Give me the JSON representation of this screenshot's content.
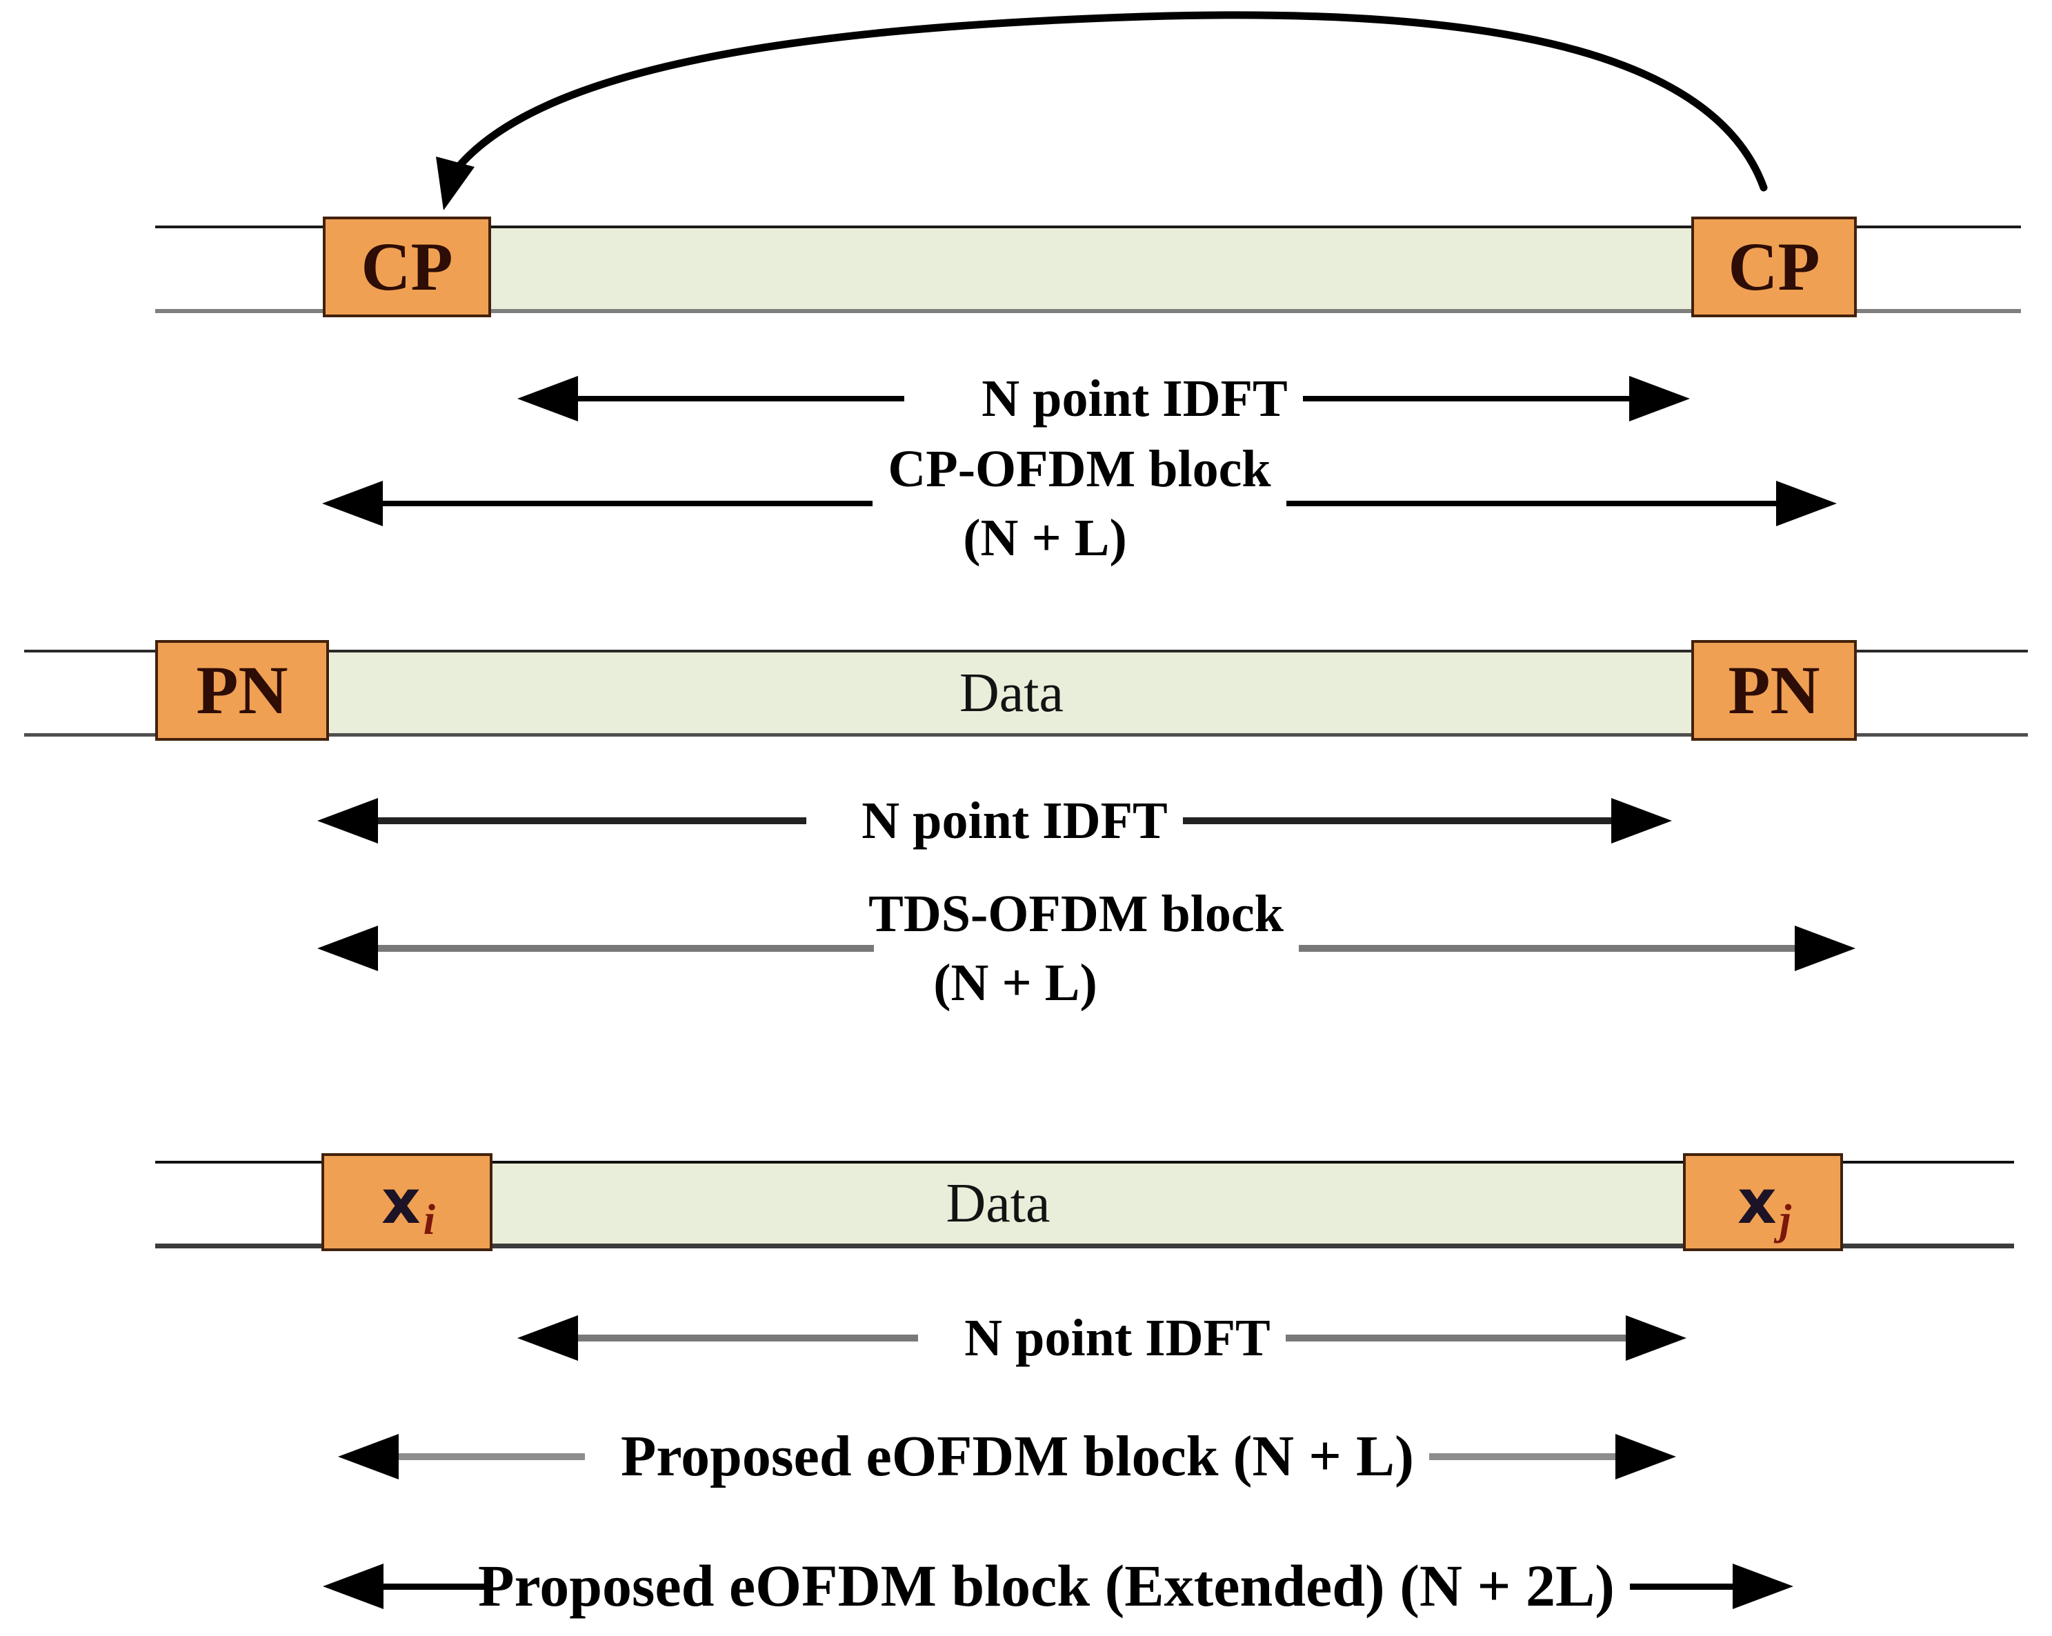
{
  "figure": {
    "rows": [
      {
        "left_box": "CP",
        "right_box": "CP",
        "idft_arrow": "N point IDFT",
        "block_arrow": {
          "title": "CP-OFDM block",
          "size": "(N + L)"
        }
      },
      {
        "left_box": "PN",
        "right_box": "PN",
        "data_label": "Data",
        "idft_arrow": "N point IDFT",
        "block_arrow": {
          "title": "TDS-OFDM block",
          "size": "(N + L)"
        }
      },
      {
        "left_box": {
          "base": "x",
          "sub": "i"
        },
        "right_box": {
          "base": "x",
          "sub": "j"
        },
        "data_label": "Data",
        "idft_arrow": "N point IDFT",
        "proposed_arrow": "Proposed eOFDM block (N + L)",
        "extended_arrow": "Proposed eOFDM block (Extended) (N + 2L)"
      }
    ],
    "colors": {
      "guard_fill": "#F0A053",
      "guard_border": "#42210B",
      "data_fill": "#E9EEDA",
      "arrow_color": "#000000"
    }
  }
}
